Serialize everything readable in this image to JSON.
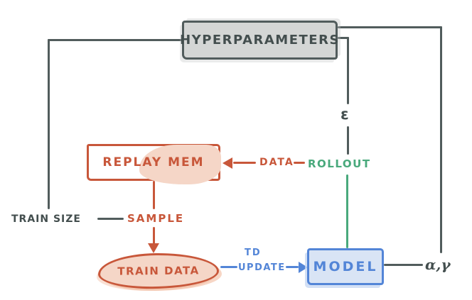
{
  "nodes": {
    "hyperparameters": {
      "label": "HYPERPARAMETERS"
    },
    "replay_mem": {
      "label": "REPLAY MEM"
    },
    "train_data": {
      "label": "TRAIN DATA"
    },
    "model": {
      "label": "MODEL"
    }
  },
  "edge_labels": {
    "data": "DATA",
    "rollout": "ROLLOUT",
    "sample": "SAMPLE",
    "train_size": "TRAIN SIZE",
    "td": "TD",
    "update": "UPDATE",
    "epsilon": "ε",
    "alpha_gamma": "α,γ"
  },
  "colors": {
    "dark": "#515c5c",
    "dark_text": "#434e4e",
    "orange": "#c8573a",
    "orange_fill": "#f5d6c7",
    "green": "#49a97c",
    "blue": "#5385d7",
    "blue_fill": "#d9e4f5",
    "gray_fill": "#d4d6d5"
  }
}
